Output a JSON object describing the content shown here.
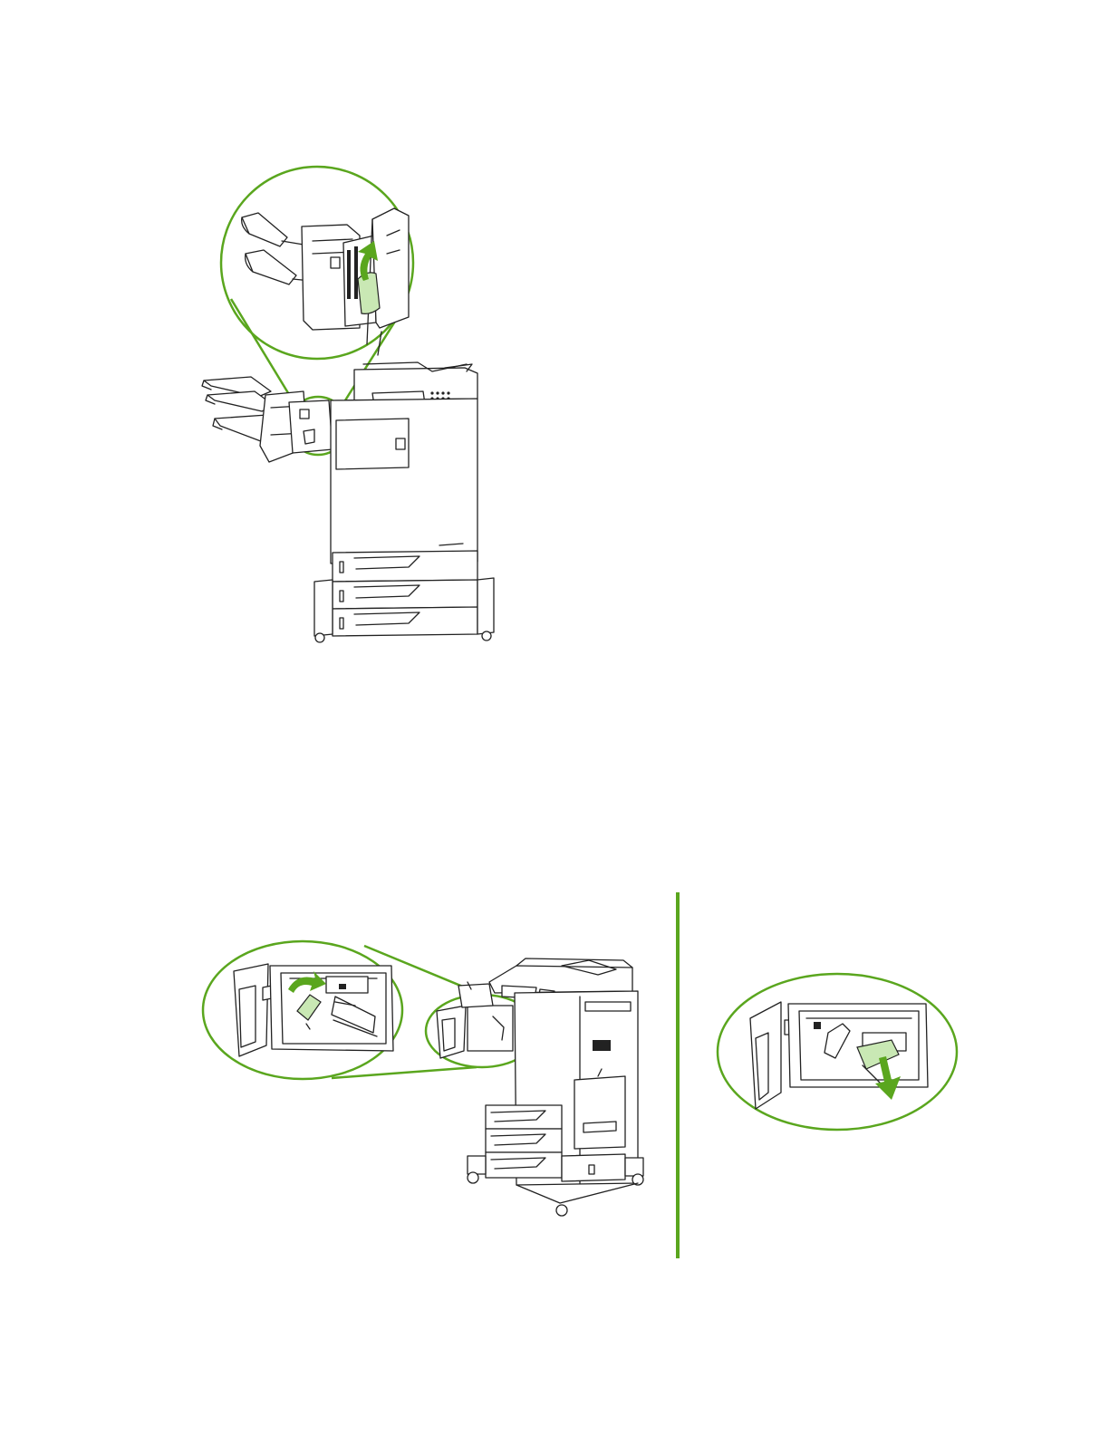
{
  "colors": {
    "accent": "#5aa61e",
    "paper": "#c9e8b4",
    "line": "#222222"
  },
  "figures": [
    {
      "id": "figure-1",
      "icon": "finisher-upper-jam-illustration"
    },
    {
      "id": "figure-2",
      "icon": "stapler-door-open-illustration"
    },
    {
      "id": "figure-3",
      "icon": "stapler-cartridge-removal-illustration"
    }
  ]
}
